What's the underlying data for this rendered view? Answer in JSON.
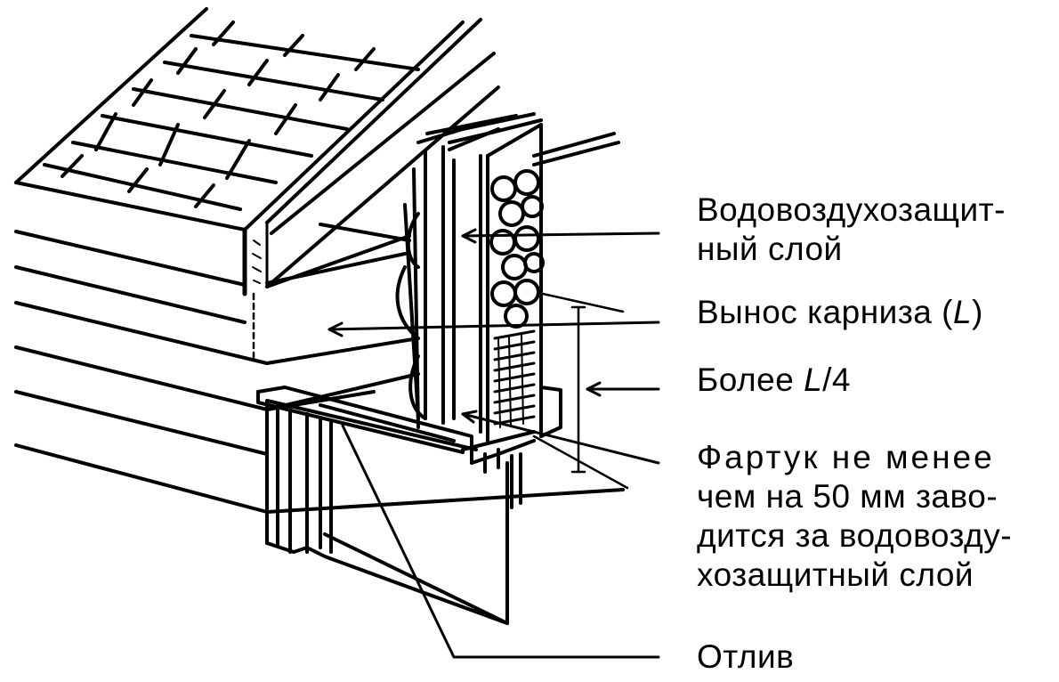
{
  "labels": {
    "membrane": {
      "line1": "Водовоздухозащит-",
      "line2": "ный слой"
    },
    "eave_overhang": {
      "prefix": "Вынос карниза (",
      "var": "L",
      "suffix": ")"
    },
    "more_than": {
      "prefix": "Более ",
      "var": "L",
      "suffix": "/4"
    },
    "apron": {
      "line1": "Фартук не менее",
      "line2": "чем на 50 мм заво-",
      "line3": "дится за водовозду-",
      "line4": "хозащитный слой"
    },
    "drip": {
      "text": "Отлив"
    }
  },
  "colors": {
    "ink": "#000000",
    "paper": "#ffffff"
  }
}
